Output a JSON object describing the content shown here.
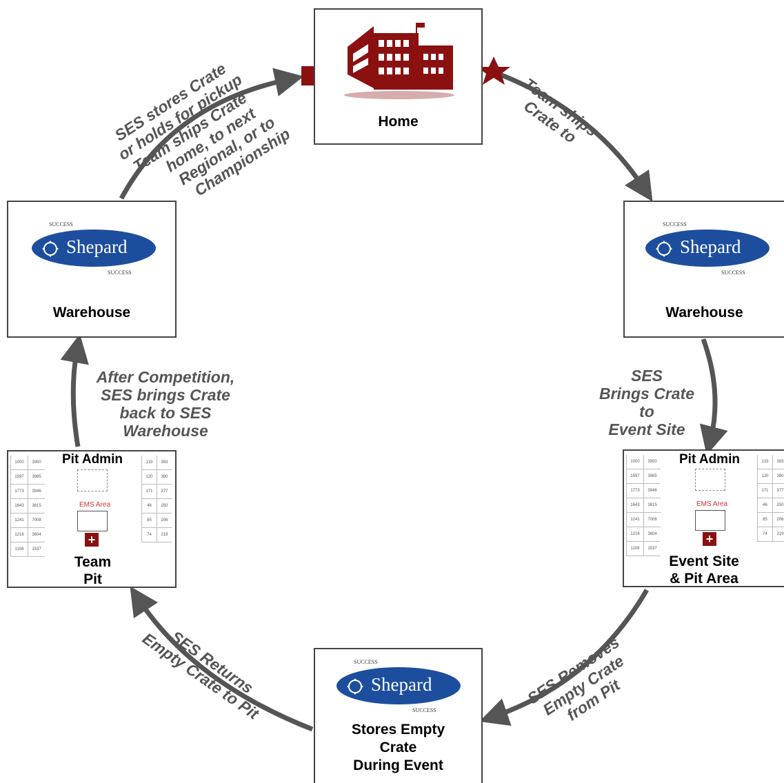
{
  "colors": {
    "arrow": "#555555",
    "home_maroon": "#8b1111",
    "shepard_blue": "#1d4e9e",
    "ems_red": "#d83030"
  },
  "nodes": {
    "home": {
      "label": "Home",
      "icon": "school-building-icon"
    },
    "warehouse_right": {
      "label": "Warehouse",
      "logo_text": "Shepard",
      "logo_small": "SUCCESS"
    },
    "event_site": {
      "label_line1": "Event Site",
      "label_line2": "& Pit Area",
      "pit_admin": "Pit Admin",
      "ems_area": "EMS Area"
    },
    "stores_empty": {
      "label_line1": "Stores Empty",
      "label_line2": "Crate",
      "label_line3": "During Event",
      "logo_text": "Shepard",
      "logo_small": "SUCCESS"
    },
    "team_pit": {
      "label_line1": "Team",
      "label_line2": "Pit",
      "pit_admin": "Pit Admin",
      "ems_area": "EMS Area"
    },
    "warehouse_left": {
      "label": "Warehouse",
      "logo_text": "Shepard",
      "logo_small": "SUCCESS"
    }
  },
  "flows": {
    "home_to_warehouse": {
      "line1": "Team ships",
      "line2": "Crate to"
    },
    "warehouse_to_event": {
      "line1": "SES",
      "line2": "Brings Crate",
      "line3": "to",
      "line4": "Event Site"
    },
    "event_to_stores": {
      "line1": "SES Removes",
      "line2": "Empty Crate",
      "line3": "from Pit"
    },
    "stores_to_pit": {
      "line1": "SES Returns",
      "line2": "Empty Crate to Pit"
    },
    "pit_to_warehouse": {
      "line1": "After Competition,",
      "line2": "SES brings Crate",
      "line3": "back to SES",
      "line4": "Warehouse"
    },
    "warehouse_to_home": {
      "line1": "SES stores Crate",
      "line2": "or holds for pickup",
      "line3": "Team ships Crate",
      "line4": "home, to next",
      "line5": "Regional, or to",
      "line6": "Championship"
    }
  },
  "pit_left_table": {
    "cells": [
      [
        "1000",
        "3950"
      ],
      [
        "1597",
        "3985"
      ],
      [
        "1773",
        "3946"
      ],
      [
        "1643",
        "3815"
      ],
      [
        "1241",
        "7008"
      ],
      [
        "1216",
        "3804"
      ],
      [
        "1108",
        "1537"
      ]
    ]
  },
  "pit_right_table": {
    "cells": [
      [
        "133",
        "393"
      ],
      [
        "120",
        "380"
      ],
      [
        "171",
        "377"
      ],
      [
        "46",
        "250"
      ],
      [
        "85",
        "206"
      ],
      [
        "74",
        "219"
      ]
    ]
  }
}
